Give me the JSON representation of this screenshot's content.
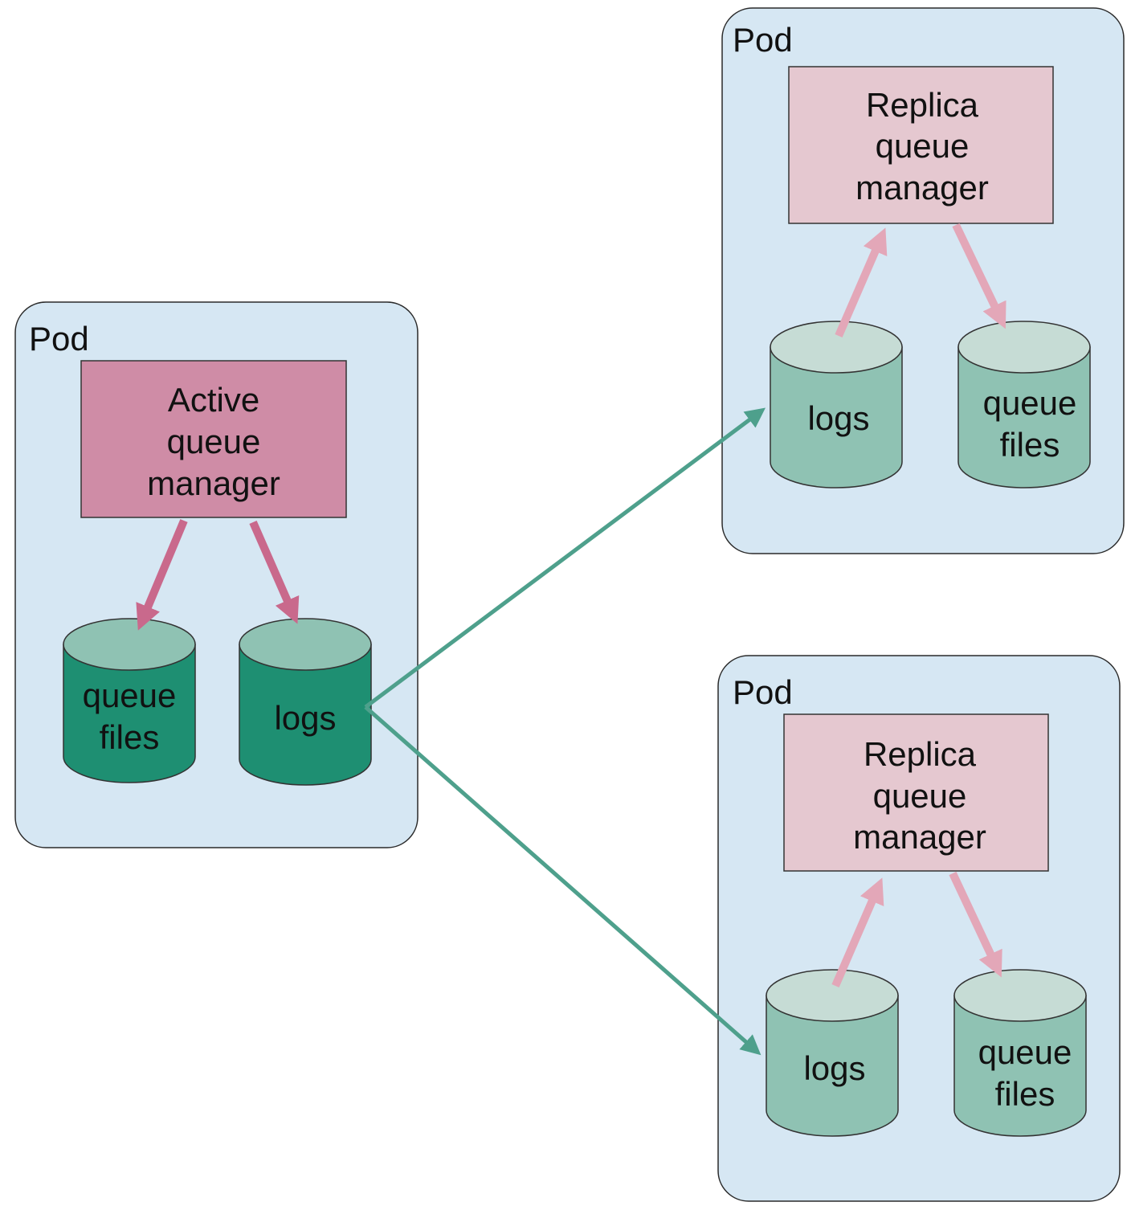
{
  "diagram": {
    "active_pod": {
      "label": "Pod",
      "manager": [
        "Active",
        "queue",
        "manager"
      ],
      "queue_files": [
        "queue",
        "files"
      ],
      "logs": "logs"
    },
    "replica_pod_top": {
      "label": "Pod",
      "manager": [
        "Replica",
        "queue",
        "manager"
      ],
      "logs": "logs",
      "queue_files": [
        "queue",
        "files"
      ]
    },
    "replica_pod_bottom": {
      "label": "Pod",
      "manager": [
        "Replica",
        "queue",
        "manager"
      ],
      "logs": "logs",
      "queue_files": [
        "queue",
        "files"
      ]
    }
  },
  "colors": {
    "pod_fill": "#d6e7f3",
    "active_manager": "#cf8ca6",
    "replica_manager": "#e5c8d0",
    "active_cylinder_body": "#1e8f72",
    "active_cylinder_top": "#8fc2b3",
    "replica_cylinder_body": "#8fc2b3",
    "replica_cylinder_top": "#c6dcd5",
    "active_arrow": "#c9698c",
    "replica_arrow": "#e3a7b8",
    "replication_arrow": "#4ea08c"
  }
}
